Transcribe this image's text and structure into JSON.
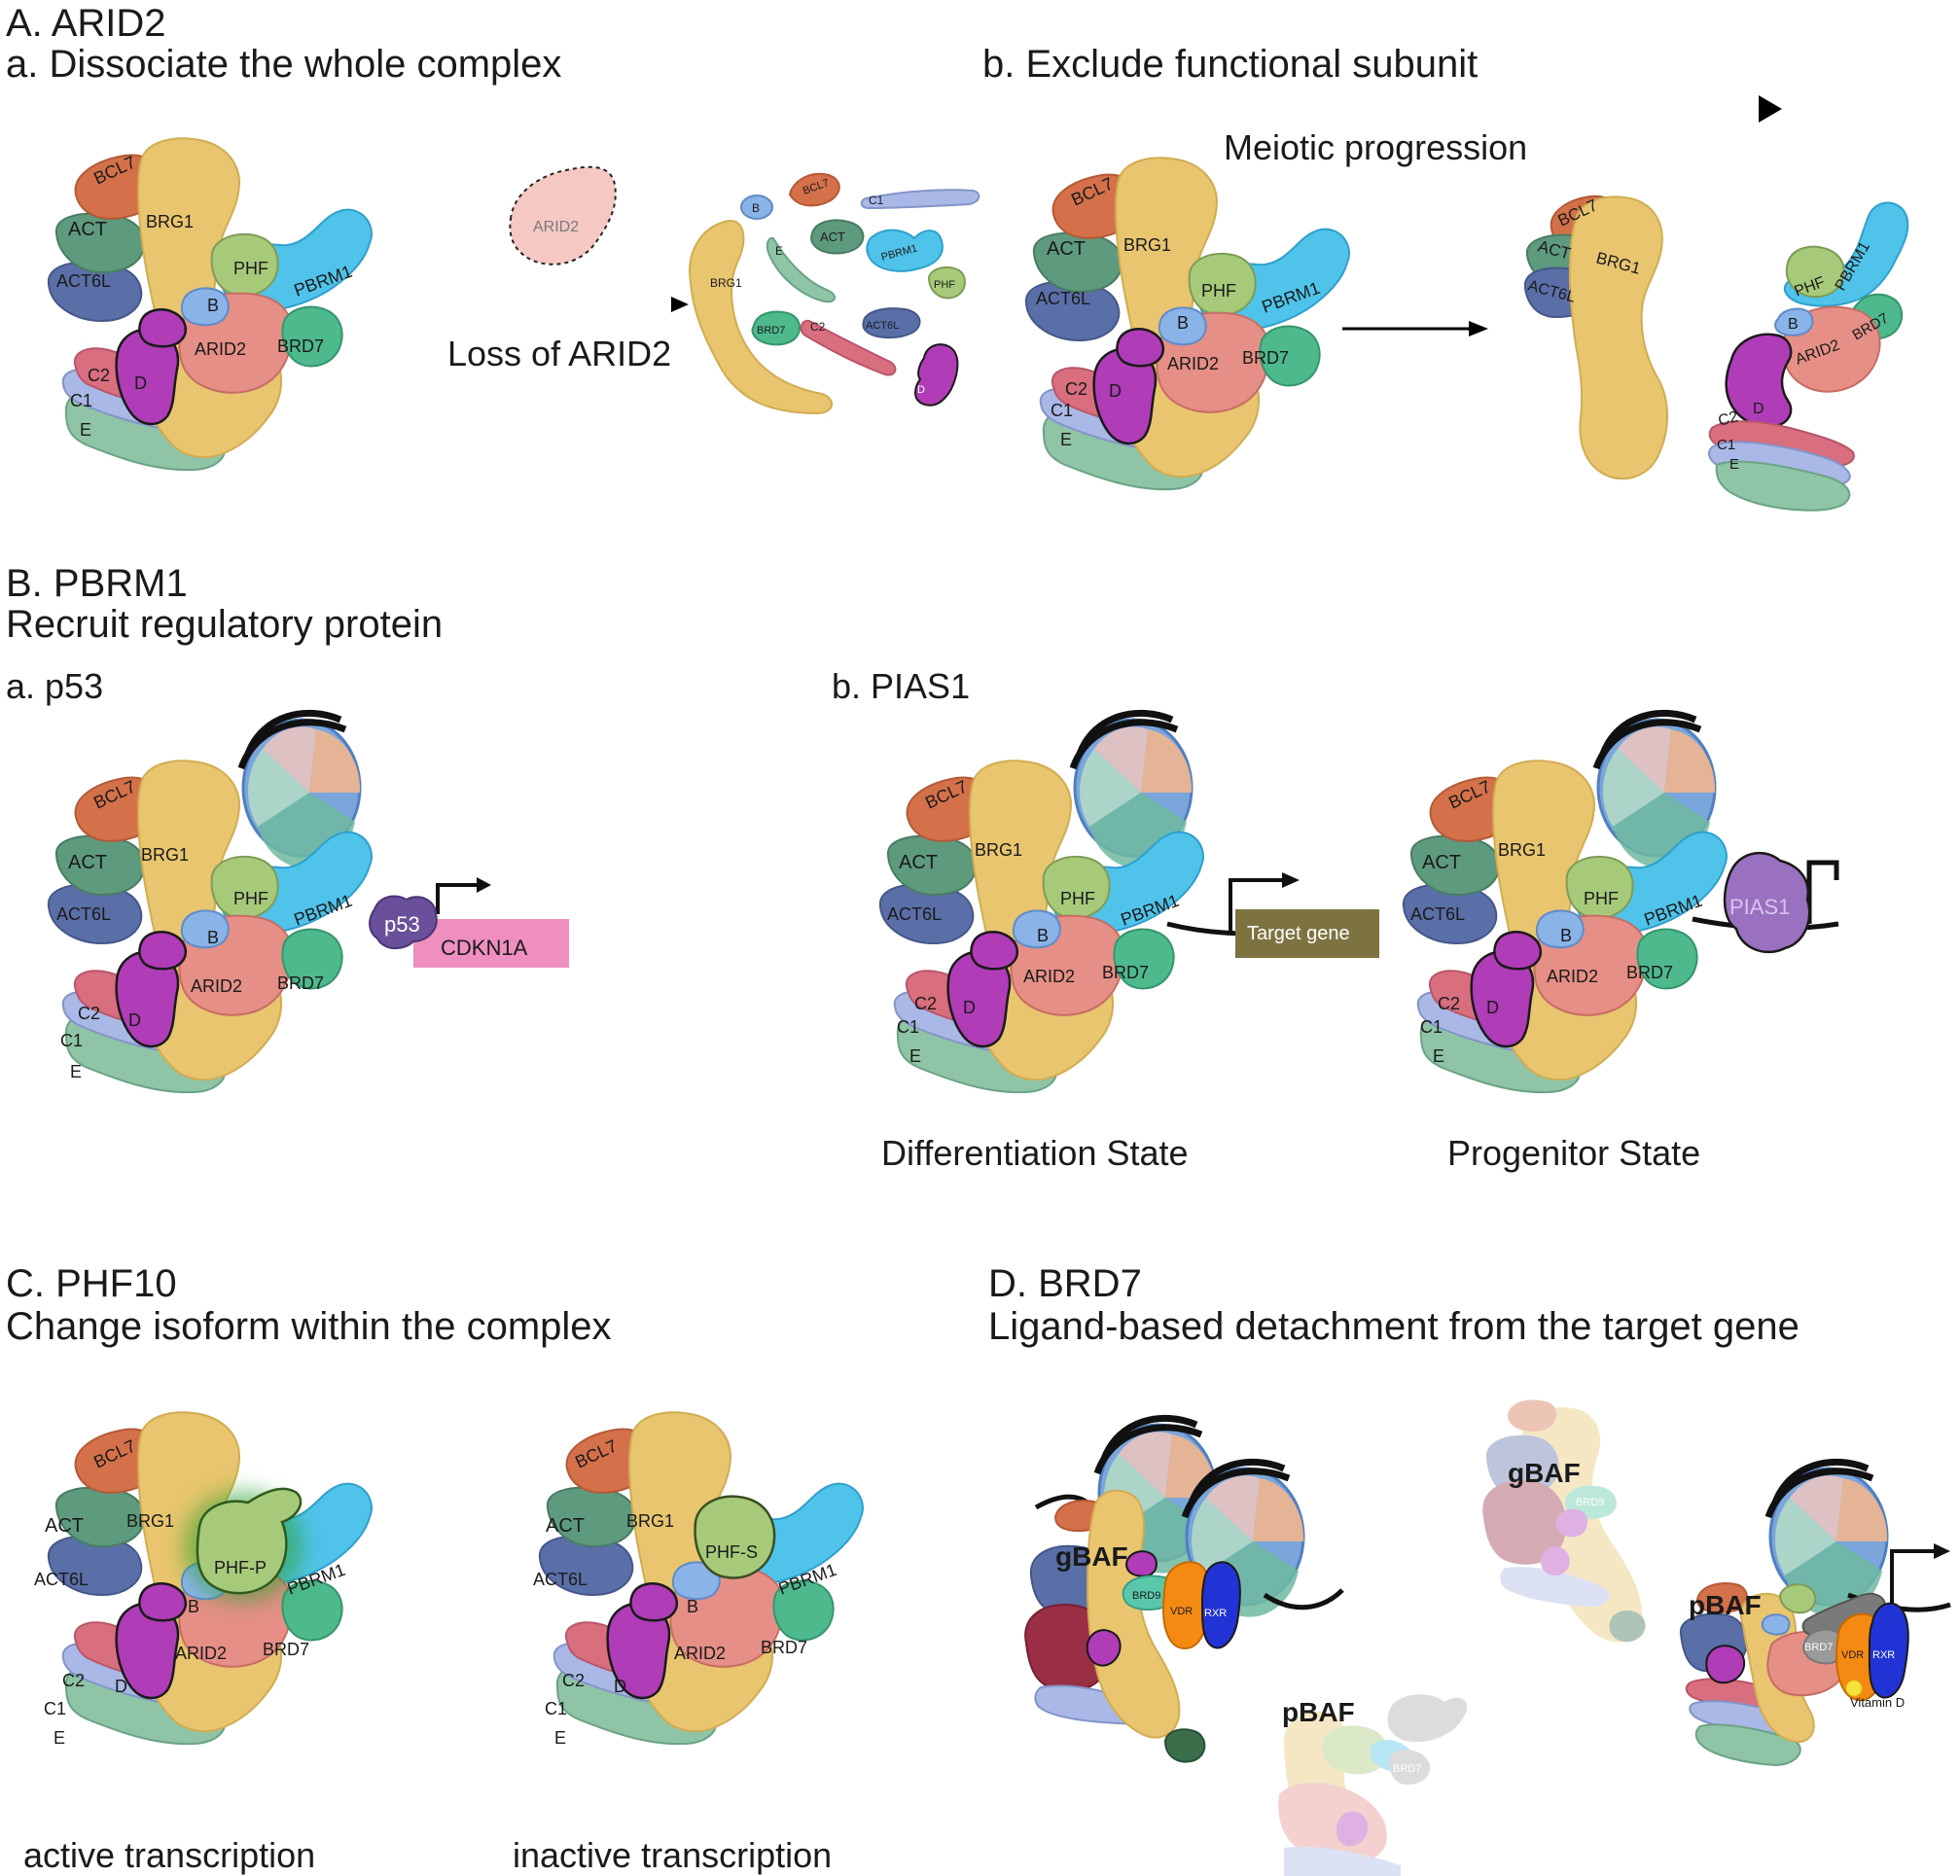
{
  "panelA": {
    "title": "A. ARID2",
    "sub_a": "a. Dissociate the whole complex",
    "sub_b": "b. Exclude functional subunit",
    "arrow_label_loss": "Loss of ARID2",
    "arrow_label_meiotic": "Meiotic progression",
    "floating_arid2": "ARID2"
  },
  "panelB": {
    "title": "B. PBRM1",
    "subtitle": "Recruit regulatory protein",
    "sub_a": "a. p53",
    "sub_b": "b. PIAS1",
    "p53": "p53",
    "cdkn1a": "CDKN1A",
    "target_gene": "Target gene",
    "pias1": "PIAS1",
    "state_diff": "Differentiation State",
    "state_prog": "Progenitor State"
  },
  "panelC": {
    "title": "C. PHF10",
    "subtitle": "Change isoform within the complex",
    "phf_p": "PHF-P",
    "phf_s": "PHF-S",
    "active": "active transcription",
    "inactive": "inactive transcription"
  },
  "panelD": {
    "title": "D. BRD7",
    "subtitle": "Ligand-based detachment from the target gene",
    "gbaf": "gBAF",
    "pbaf": "pBAF",
    "brd9": "BRD9",
    "brd7": "BRD7",
    "vdr": "VDR",
    "rxr": "RXR",
    "vitamin_d": "Vitamin D"
  },
  "subunits": {
    "bcl7": "BCL7",
    "act": "ACT",
    "act6l": "ACT6L",
    "brg1": "BRG1",
    "phf": "PHF",
    "pbrm1": "PBRM1",
    "b": "B",
    "arid2": "ARID2",
    "brd7": "BRD7",
    "c2": "C2",
    "c1": "C1",
    "d": "D",
    "e": "E"
  },
  "colors": {
    "bcl7": "#d4704a",
    "act": "#5e9a7e",
    "act6l": "#5a6fa8",
    "brg1": "#e8c56e",
    "phf": "#a7c97a",
    "pbrm1": "#4fc3ea",
    "b": "#8ab4e8",
    "arid2": "#e58f86",
    "brd7": "#4db98c",
    "c2": "#d86e7e",
    "c1": "#a9b8e6",
    "d": "#b03cb8",
    "e": "#8fc4a6",
    "nucleosome": "#7aa6dc",
    "p53": "#6a4f9a",
    "cdkn1a": "#ef8fbf",
    "target_gene": "#7d7340",
    "pias1": "#9a70c0",
    "vdr": "#f58a13",
    "rxr": "#2233d6",
    "vitamin_d": "#f7e23a"
  }
}
